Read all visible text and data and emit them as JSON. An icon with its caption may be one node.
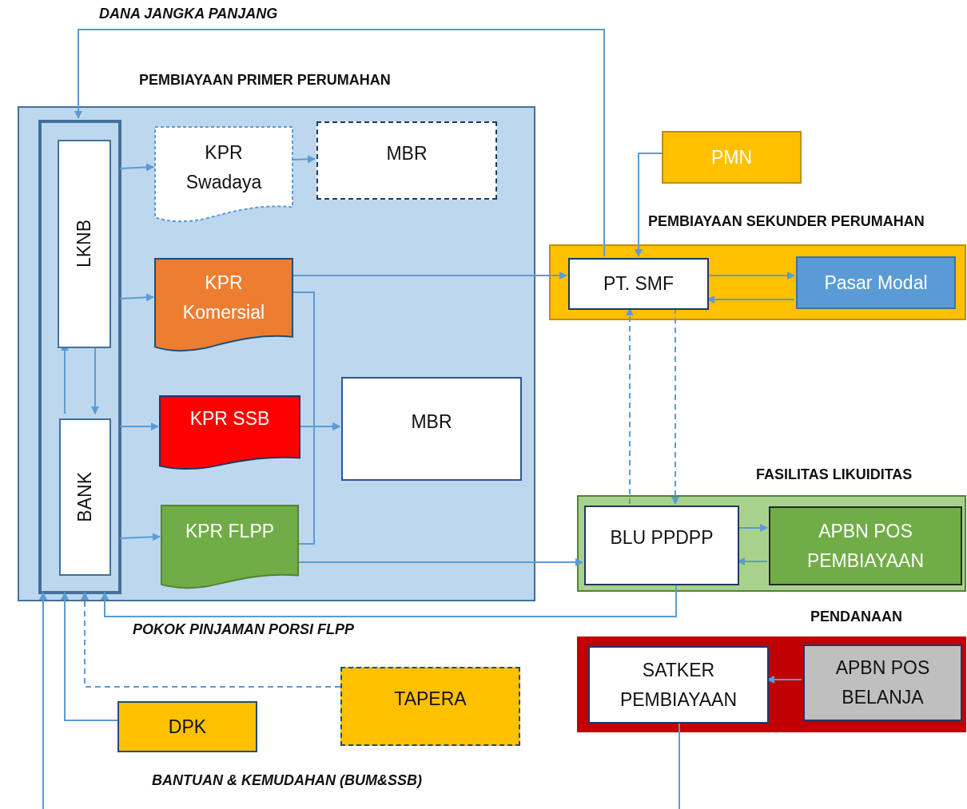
{
  "diagram": {
    "nodes": [
      {
        "text": [
          "PEMBIAYAAN PRIMER PERUMAHAN"
        ]
      },
      {
        "text": [],
        "shape": "box",
        "in": 0
      },
      {
        "text": [
          "LKNB"
        ],
        "in": 1
      },
      {
        "text": [
          "BANK"
        ],
        "in": 1
      },
      {
        "text": [
          "KPR Swadaya"
        ],
        "in": 0
      },
      {
        "text": [
          "MBR"
        ],
        "in": 0
      },
      {
        "text": [
          "KPR Komersial"
        ],
        "in": 0
      },
      {
        "text": [
          "KPR SSB"
        ],
        "in": 0
      },
      {
        "text": [
          "MBR"
        ],
        "in": 0
      },
      {
        "text": [
          "KPR FLPP"
        ],
        "in": 0
      },
      {
        "text": [
          "PEMBIAYAAN SEKUNDER PERUMAHAN"
        ]
      },
      {
        "text": [
          "PT. SMF"
        ],
        "in": 10
      },
      {
        "text": [
          "Pasar Modal"
        ],
        "in": 10
      },
      {
        "text": [
          "PMN"
        ]
      },
      {
        "text": [
          "FASILITAS LIKUIDITAS"
        ]
      },
      {
        "text": [
          "BLU PPDPP"
        ],
        "in": 14
      },
      {
        "text": [
          "APBN POS PEMBIAYAAN"
        ],
        "in": 14
      },
      {
        "text": [
          "PENDANAAN"
        ]
      },
      {
        "text": [
          "SATKER PEMBIAYAAN"
        ],
        "in": 17
      },
      {
        "text": [
          "APBN POS BELANJA"
        ],
        "in": 17
      },
      {
        "text": [
          "TAPERA"
        ]
      },
      {
        "text": [
          "DPK"
        ]
      }
    ],
    "edges": [
      {
        "from": 11,
        "to": 1,
        "arrow": "to",
        "label": "DANA JANGKA PANJANG"
      },
      {
        "from": 1,
        "to": 4,
        "arrow": "to"
      },
      {
        "from": 4,
        "to": 5,
        "arrow": "to"
      },
      {
        "from": 1,
        "to": 6,
        "arrow": "to"
      },
      {
        "from": 1,
        "to": 7,
        "arrow": "to"
      },
      {
        "from": 1,
        "to": 9,
        "arrow": "to"
      },
      {
        "from": 3,
        "to": 2,
        "arrow": "to"
      },
      {
        "from": 2,
        "to": 3,
        "arrow": "to"
      },
      {
        "from": 6,
        "to": 11,
        "arrow": "to"
      },
      {
        "from": 6,
        "to": 8,
        "arrow": "to"
      },
      {
        "from": 7,
        "to": 8,
        "arrow": "to"
      },
      {
        "from": 9,
        "to": 8,
        "arrow": "to"
      },
      {
        "from": 9,
        "to": 15,
        "arrow": "to"
      },
      {
        "from": 11,
        "to": 12,
        "arrow": "to"
      },
      {
        "from": 12,
        "to": 11,
        "arrow": "to"
      },
      {
        "from": 13,
        "to": 11,
        "arrow": "to"
      },
      {
        "from": 15,
        "to": 11,
        "arrow": "to",
        "style": "dashed"
      },
      {
        "from": 11,
        "to": 15,
        "arrow": "to",
        "style": "dashed"
      },
      {
        "from": 15,
        "to": 16,
        "arrow": "to"
      },
      {
        "from": 16,
        "to": 15,
        "arrow": "to"
      },
      {
        "from": 19,
        "to": 18,
        "arrow": "to"
      },
      {
        "from": 15,
        "to": 1,
        "arrow": "to",
        "label": "POKOK PINJAMAN PORSI FLPP"
      },
      {
        "from": 20,
        "to": 1,
        "arrow": "to",
        "style": "dashed"
      },
      {
        "from": 21,
        "to": 1,
        "arrow": "to"
      },
      {
        "from": null,
        "to": 1,
        "arrow": "to"
      },
      {
        "from": 18,
        "to": null,
        "arrow": "none"
      }
    ],
    "labels": [
      "BANTUAN & KEMUDAHAN (BUM&SSB)"
    ]
  }
}
